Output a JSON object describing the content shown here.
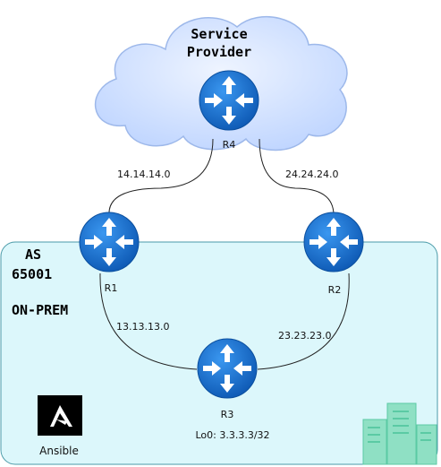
{
  "cloud": {
    "line1": "Service",
    "line2": "Provider"
  },
  "onprem": {
    "as_label": "AS",
    "as_number": "65001",
    "zone_label": "ON-PREM"
  },
  "routers": {
    "r4": {
      "label": "R4"
    },
    "r1": {
      "label": "R1"
    },
    "r2": {
      "label": "R2"
    },
    "r3": {
      "label": "R3",
      "loopback": "Lo0: 3.3.3.3/32"
    }
  },
  "links": {
    "r1_r4": "14.14.14.0",
    "r2_r4": "24.24.24.0",
    "r1_r3": "13.13.13.0",
    "r2_r3": "23.23.23.0"
  },
  "ansible": {
    "label": "Ansible",
    "logo_letter": "A"
  },
  "colors": {
    "router": "#1673d6",
    "router_dark": "#0b4f9e",
    "cloud": "#cfe0ff",
    "onprem": "#dcf7fb",
    "server": "#8fe0c4",
    "server_dark": "#5bcaa4"
  }
}
